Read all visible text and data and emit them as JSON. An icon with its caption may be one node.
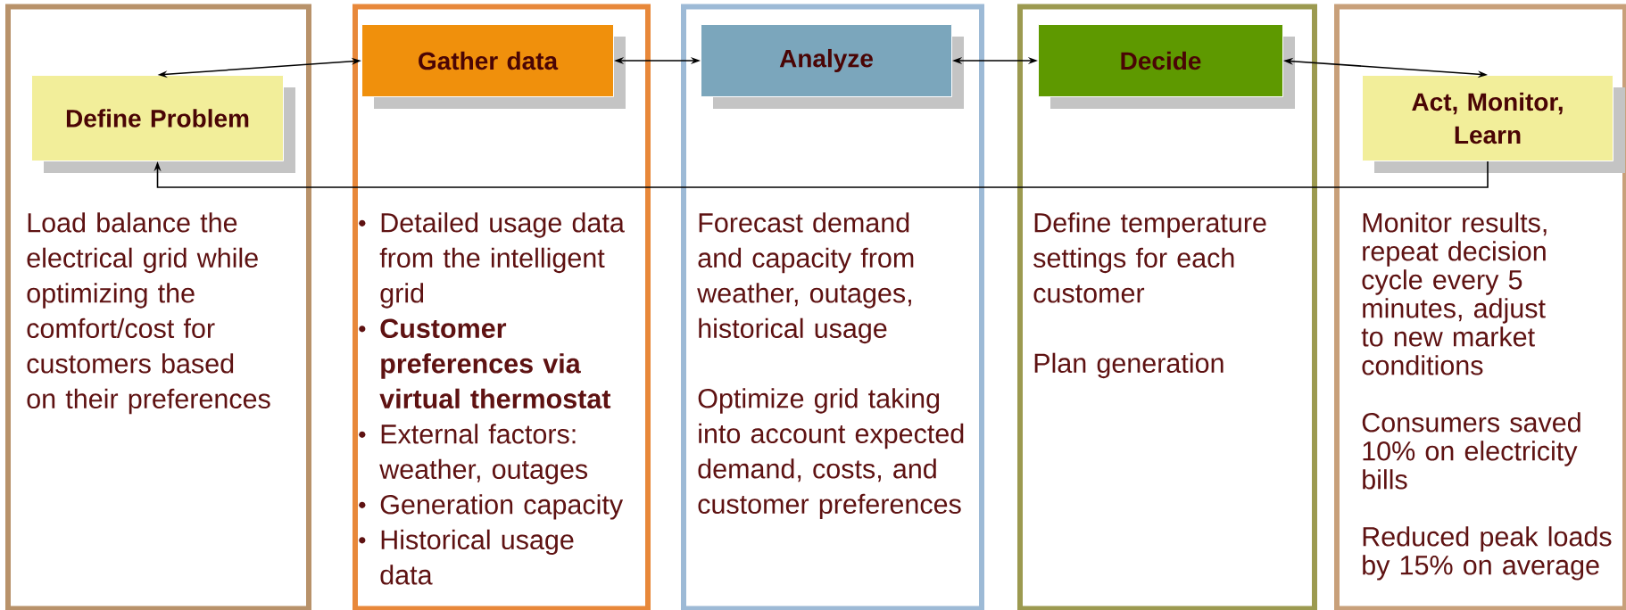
{
  "diagram": {
    "nodes": [
      {
        "text": [
          "Load balance the electrical grid while optimizing the comfort/cost for customers based on their preferences"
        ]
      },
      {
        "text": [
          "Define Problem"
        ],
        "in": 0
      },
      {
        "text": [
          "Detailed usage data from the intelligent grid",
          "**Customer preferences via virtual thermostat**",
          "External factors: weather, outages",
          "Generation capacity",
          "Historical usage data"
        ]
      },
      {
        "text": [
          "Gather data"
        ],
        "in": 2
      },
      {
        "text": [
          "Forecast demand and capacity from weather, outages, historical usage",
          "Optimize grid taking into account expected demand, costs, and customer preferences"
        ]
      },
      {
        "text": [
          "Analyze"
        ],
        "in": 4
      },
      {
        "text": [
          "Define temperature settings for each customer",
          "Plan generation"
        ]
      },
      {
        "text": [
          "Decide"
        ],
        "in": 6
      },
      {
        "text": [
          "Monitor results, repeat decision cycle every 5 minutes, adjust to new market conditions",
          "Consumers saved 10% on electricity bills",
          "Reduced peak loads by 15% on average"
        ]
      },
      {
        "text": [
          "Act, Monitor, Learn"
        ],
        "in": 8
      }
    ],
    "edges": [
      {
        "from": 1,
        "to": 3,
        "arrow": "both"
      },
      {
        "from": 3,
        "to": 5,
        "arrow": "both"
      },
      {
        "from": 5,
        "to": 7,
        "arrow": "both"
      },
      {
        "from": 7,
        "to": 9,
        "arrow": "both"
      },
      {
        "from": 9,
        "to": 1,
        "arrow": "to"
      }
    ]
  }
}
